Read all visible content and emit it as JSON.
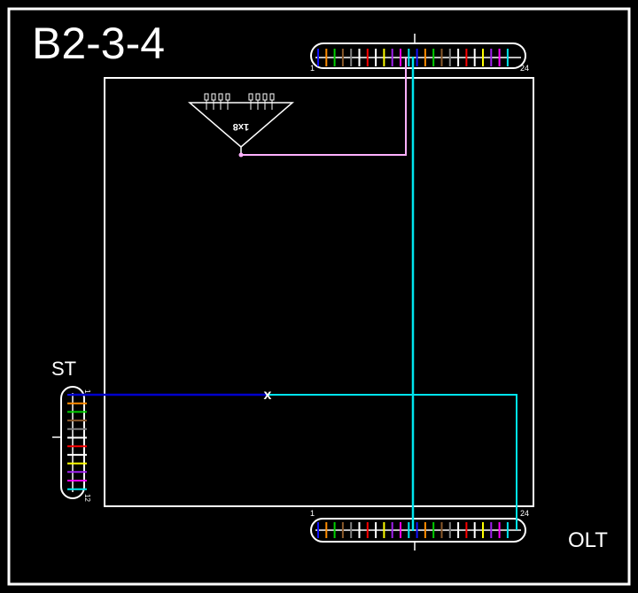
{
  "title": "B2-3-4",
  "labels": {
    "st": "ST",
    "olt": "OLT",
    "splitter": "1x8"
  },
  "top_connector": {
    "first_port": "1",
    "last_port": "24"
  },
  "bottom_connector": {
    "first_port": "1",
    "last_port": "24"
  },
  "st_connector": {
    "first_port": "1",
    "last_port": "12"
  },
  "fiber_colors": [
    "#1010ff",
    "#ff8c00",
    "#00d000",
    "#8b5a2b",
    "#808080",
    "#ffffff",
    "#ff0000",
    "#ffffff",
    "#ffff00",
    "#a020f0",
    "#ff00ff",
    "#00e5ee"
  ],
  "line_colors": {
    "frame": "#ffffff",
    "splitter_link": "#ffb0ff",
    "blue_link": "#0000cd",
    "cyan_link": "#00e5ee"
  },
  "marker": "x"
}
